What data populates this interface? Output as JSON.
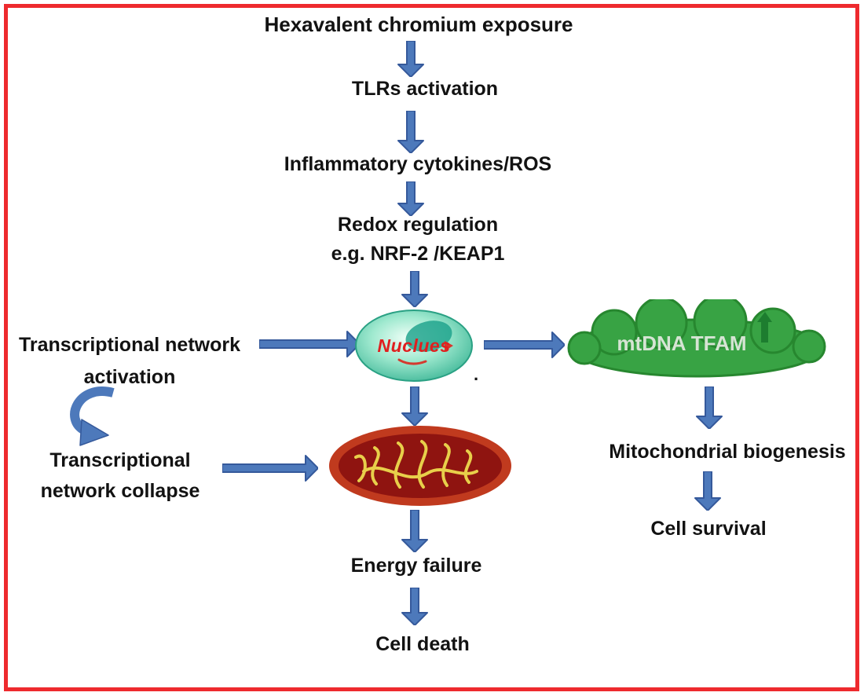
{
  "labels": {
    "exposure": "Hexavalent chromium exposure",
    "tlrs": "TLRs activation",
    "cytokines": "Inflammatory cytokines/ROS",
    "redox_line1": "Redox regulation",
    "redox_line2": "e.g. NRF-2 /KEAP1",
    "network_activation_line1": "Transcriptional network",
    "network_activation_line2": "activation",
    "network_collapse_line1": "Transcriptional",
    "network_collapse_line2": "network collapse",
    "nucleus": "Nuclues",
    "mtdna_tfam": "mtDNA TFAM",
    "mitochondrial_biogenesis": "Mitochondrial biogenesis",
    "cell_survival": "Cell survival",
    "energy_failure": "Energy failure",
    "cell_death": "Cell death",
    "stray_dot": "."
  },
  "colors": {
    "frame_border": "#ee2a2e",
    "arrow_fill": "#4d79bb",
    "arrow_outline": "#35599b",
    "nucleus_fill": "#34b191",
    "nucleus_label": "#e01f1f",
    "mitochondria_fill": "#8f1410",
    "mitochondria_outline": "#c03a1e",
    "cristae": "#e8cf4a",
    "cloud_fill": "#38a344",
    "cloud_outline": "#27872f",
    "cloud_label": "#d6e4d4",
    "cloud_up_arrow": "#1d7d2f",
    "text": "#121212"
  }
}
